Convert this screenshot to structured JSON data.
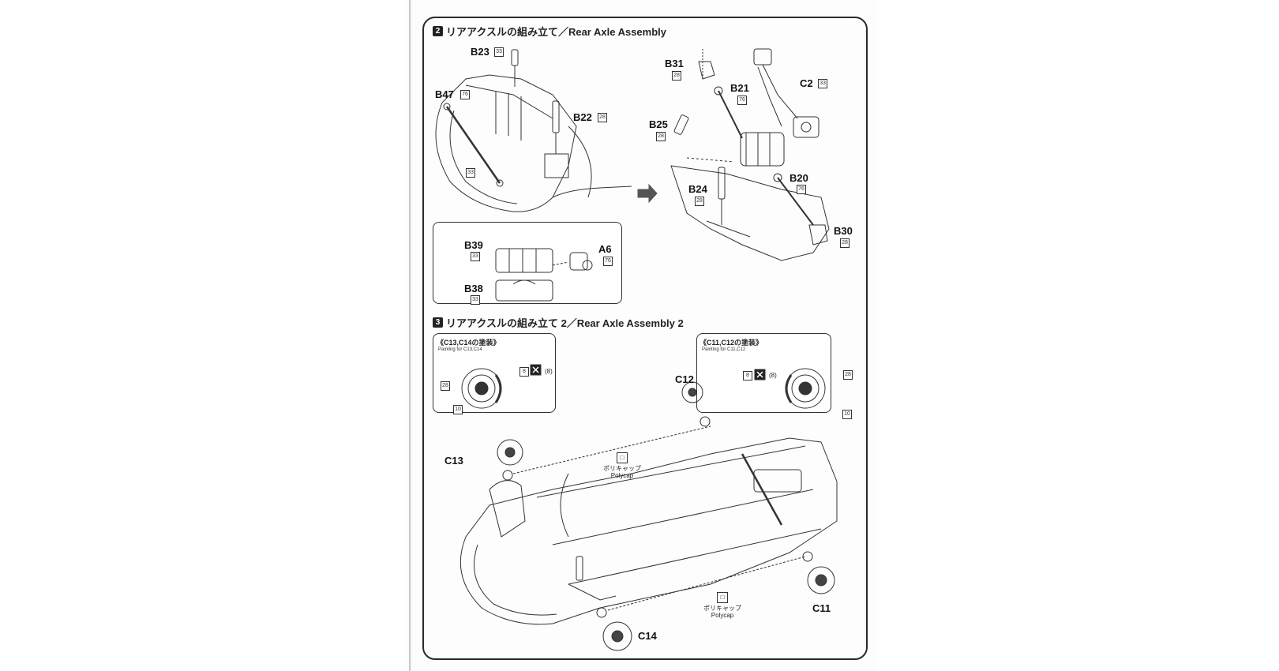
{
  "step2": {
    "num": "2",
    "title": "リアアクスルの組み立て／Rear Axle Assembly"
  },
  "step3": {
    "num": "3",
    "title": "リアアクスルの組み立て 2／Rear Axle Assembly 2"
  },
  "parts": {
    "b23": "B23",
    "b47": "B47",
    "b22": "B22",
    "b31": "B31",
    "b21": "B21",
    "c2": "C2",
    "b25": "B25",
    "b20": "B20",
    "b24": "B24",
    "b30": "B30",
    "b39": "B39",
    "a6": "A6",
    "b38": "B38",
    "c12": "C12",
    "c13": "C13",
    "c11": "C11",
    "c14": "C14"
  },
  "codes": {
    "c33": "33",
    "c76": "76",
    "c28": "28",
    "c10": "10",
    "c8": "8"
  },
  "painting": {
    "left_title": "《C13,C14の塗装》",
    "left_sub": "Painting for C13,C14",
    "right_title": "《C11,C12の塗装》",
    "right_sub": "Painting for C11,C12",
    "paren_code": "(8)"
  },
  "polycap": {
    "jp": "ポリキャップ",
    "en": "Polycap",
    "icon": "polycap-icon"
  },
  "colors": {
    "ink": "#222222",
    "frame": "#2a2a2a"
  }
}
